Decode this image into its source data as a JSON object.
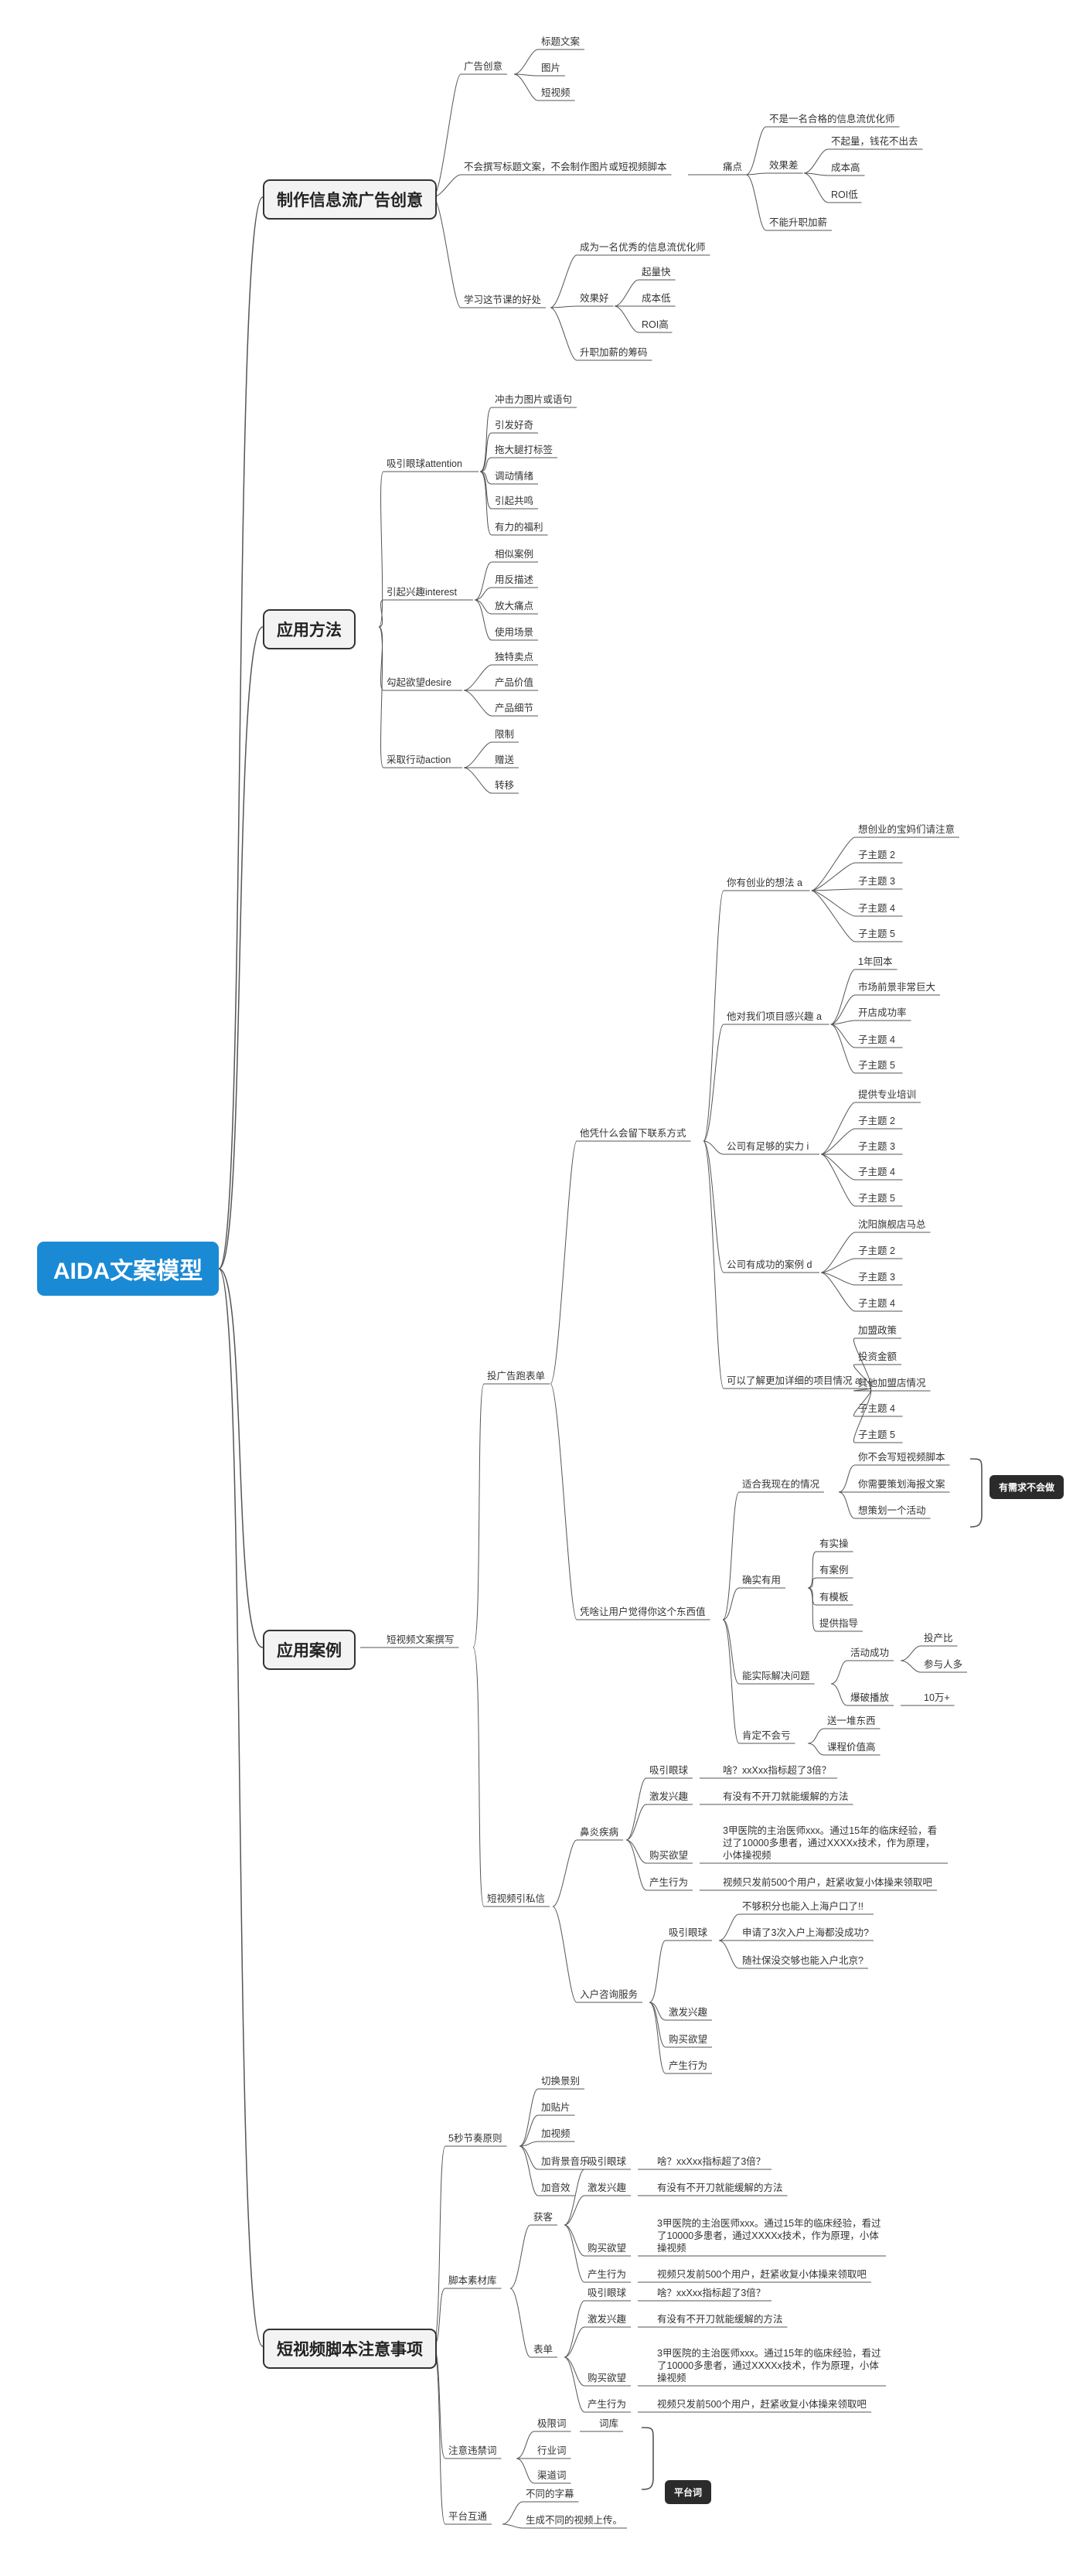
{
  "root": {
    "label": "AIDA文案模型"
  },
  "branches": [
    {
      "label": "制作信息流广告创意"
    },
    {
      "label": "应用方法"
    },
    {
      "label": "应用案例"
    },
    {
      "label": "短视频脚本注意事项"
    }
  ],
  "b1": {
    "creative": "广告创意",
    "creative_items": [
      "标题文案",
      "图片",
      "短视频"
    ],
    "problem": "不会撰写标题文案，不会制作图片或短视频脚本",
    "pain": "痛点",
    "pain_a": "不是一名合格的信息流优化师",
    "effect_bad": "效果差",
    "effect_bad_items": [
      "不起量，钱花不出去",
      "成本高",
      "ROI低"
    ],
    "no_raise": "不能升职加薪",
    "benefit": "学习这节课的好处",
    "benefit_a": "成为一名优秀的信息流优化师",
    "effect_good": "效果好",
    "effect_good_items": [
      "起量快",
      "成本低",
      "ROI高"
    ],
    "raise": "升职加薪的筹码"
  },
  "b2": {
    "groups": [
      {
        "label": "吸引眼球attention",
        "items": [
          "冲击力图片或语句",
          "引发好奇",
          "拖大腿打标签",
          "调动情绪",
          "引起共鸣",
          "有力的福利"
        ]
      },
      {
        "label": "引起兴趣interest",
        "items": [
          "相似案例",
          "用反描述",
          "放大痛点",
          "使用场景"
        ]
      },
      {
        "label": "勾起欲望desire",
        "items": [
          "独特卖点",
          "产品价值",
          "产品细节"
        ]
      },
      {
        "label": "采取行动action",
        "items": [
          "限制",
          "赠送",
          "转移"
        ]
      }
    ]
  },
  "b3": {
    "ad_form": "投广告跑表单",
    "video_copy": "短视频文案撰写",
    "why_contact": "他凭什么会留下联系方式",
    "q1": {
      "label": "你有创业的想法 a",
      "items": [
        "想创业的宝妈们请注意",
        "子主题 2",
        "子主题 3",
        "子主题 4",
        "子主题 5"
      ]
    },
    "q2": {
      "label": "他对我们项目感兴趣 a",
      "items": [
        "1年回本",
        "市场前景非常巨大",
        "开店成功率",
        "子主题 4",
        "子主题 5"
      ]
    },
    "q3": {
      "label": "公司有足够的实力 i",
      "items": [
        "提供专业培训",
        "子主题 2",
        "子主题 3",
        "子主题 4",
        "子主题 5"
      ]
    },
    "q4": {
      "label": "公司有成功的案例 d",
      "items": [
        "沈阳旗舰店马总",
        "子主题 2",
        "子主题 3",
        "子主题 4"
      ]
    },
    "q5": {
      "label": "可以了解更加详细的项目情况 a",
      "items": [
        "加盟政策",
        "投资金额",
        "其他加盟店情况",
        "子主题 4",
        "子主题 5"
      ]
    },
    "make_user": "凭啥让用户觉得你这个东西值",
    "fit": {
      "label": "适合我现在的情况",
      "items": [
        "你不会写短视频脚本",
        "你需要策划海报文案",
        "想策划一个活动"
      ]
    },
    "tag_need": "有需求不会做",
    "useful": {
      "label": "确实有用",
      "items": [
        "有实操",
        "有案例",
        "有模板",
        "提供指导"
      ]
    },
    "solve": "能实际解决问题",
    "activity": "活动成功",
    "activity_items": [
      "投产比",
      "参与人多"
    ],
    "fast": "爆破播放",
    "fast_val": "10万+",
    "no_loss": "肯定不会亏",
    "no_loss_items": [
      "送一堆东西",
      "课程价值高"
    ],
    "dm": "短视频引私信",
    "rhinitis": "鼻炎疾病",
    "rh_rows": [
      {
        "k": "吸引眼球",
        "v": "啥？xxXxx指标超了3倍？"
      },
      {
        "k": "激发兴趣",
        "v": "有没有不开刀就能缓解的方法"
      },
      {
        "k": "购买欲望",
        "v": "3甲医院的主治医师xxx。通过15年的临床经验，看过了10000多患者，通过XXXXx技术，作为原理，小体操视频"
      },
      {
        "k": "产生行为",
        "v": "视频只发前500个用户，赶紧收复小体操来领取吧"
      }
    ],
    "hukou": "入户咨询服务",
    "hk_attention": "吸引眼球",
    "hk_attention_items": [
      "不够积分也能入上海户口了!!",
      "申请了3次入户上海都没成功?",
      "随社保没交够也能入户北京?"
    ],
    "hk_rest": [
      "激发兴趣",
      "购买欲望",
      "产生行为"
    ]
  },
  "b4": {
    "rhythm": "5秒节奏原则",
    "rhythm_items": [
      "切换景别",
      "加贴片",
      "加视频",
      "加背景音乐",
      "加音效"
    ],
    "material": "脚本素材库",
    "acquire": "获客",
    "form": "表单",
    "rows": [
      {
        "k": "吸引眼球",
        "v": "啥？xxXxx指标超了3倍？"
      },
      {
        "k": "激发兴趣",
        "v": "有没有不开刀就能缓解的方法"
      },
      {
        "k": "购买欲望",
        "v": "3甲医院的主治医师xxx。通过15年的临床经验，看过了10000多患者，通过XXXXx技术，作为原理，小体操视频"
      },
      {
        "k": "产生行为",
        "v": "视频只发前500个用户，赶紧收复小体操来领取吧"
      }
    ],
    "words": "注意违禁词",
    "words_items": [
      "极限词",
      "行业词",
      "渠道词"
    ],
    "words_a_child": "词库",
    "tag_platform": "平台词",
    "platform": "平台互通",
    "platform_items": [
      "不同的字幕",
      "生成不同的视频上传。"
    ]
  }
}
